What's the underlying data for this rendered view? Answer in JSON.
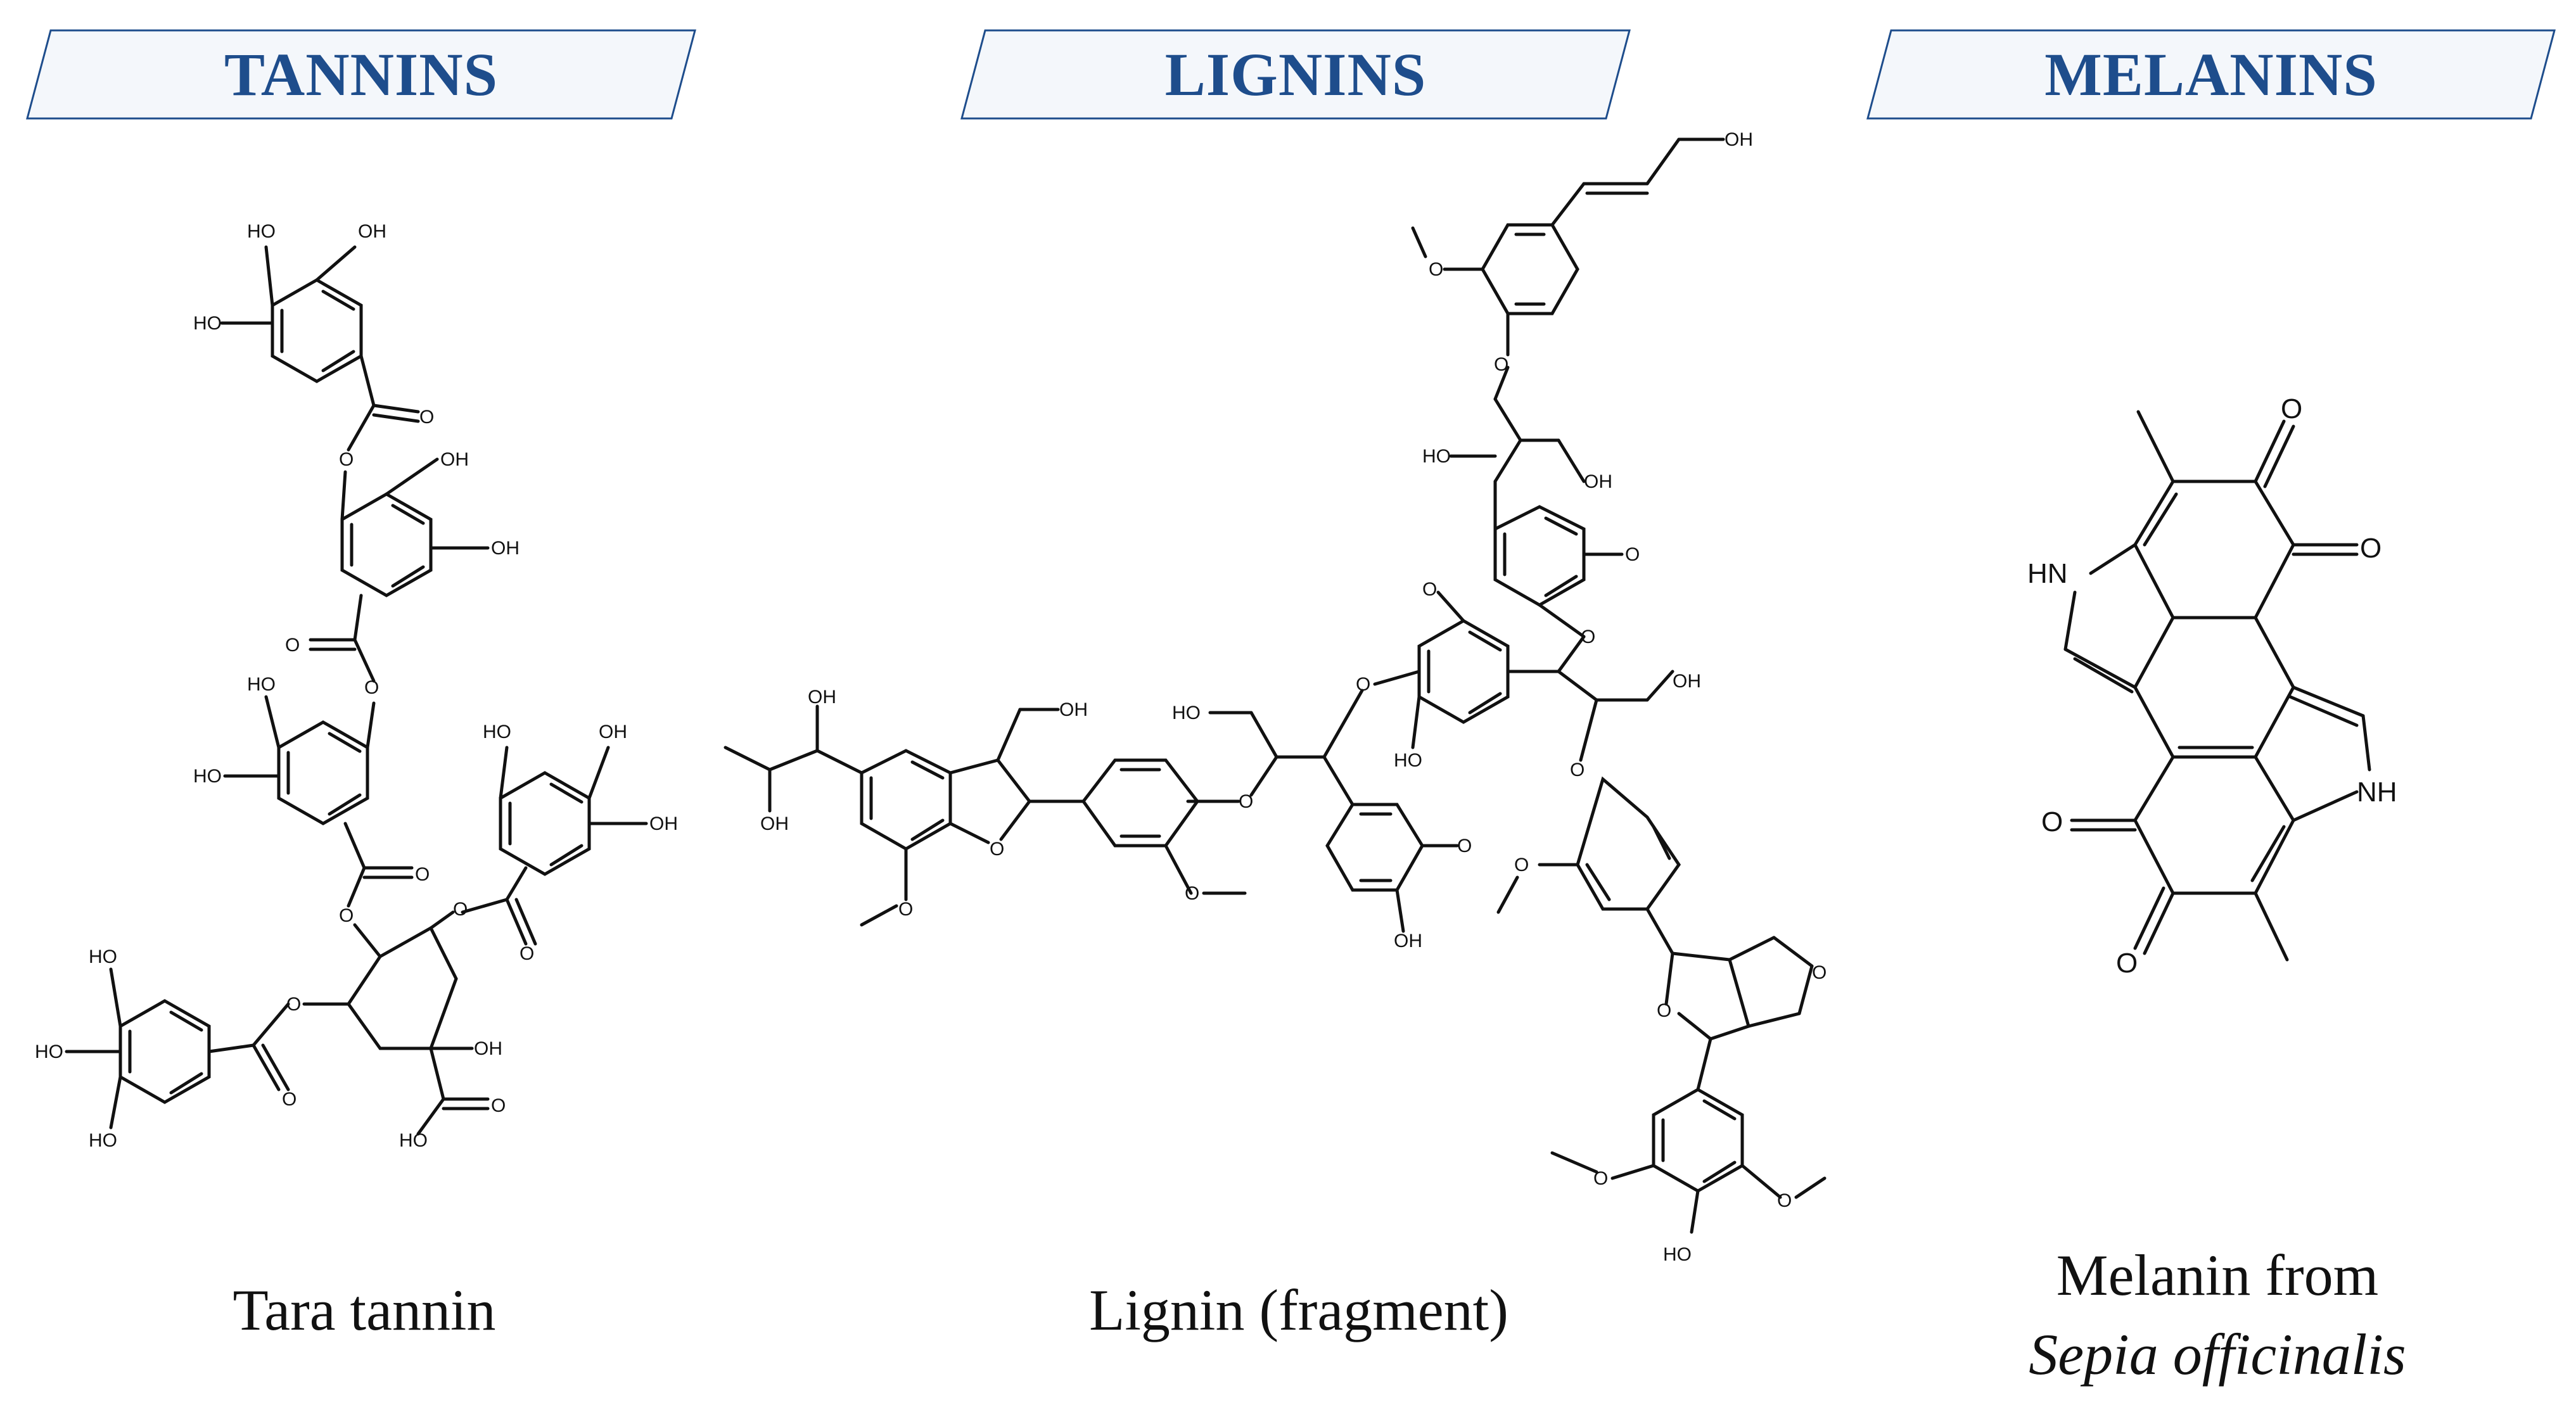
{
  "banners": [
    {
      "label": "TANNINS"
    },
    {
      "label": "LIGNINS"
    },
    {
      "label": "MELANINS"
    }
  ],
  "captions": {
    "tannin": "Tara tannin",
    "lignin": "Lignin (fragment)",
    "melanin_line1": "Melanin from",
    "melanin_line2": "Sepia officinalis"
  },
  "atom_labels": {
    "OH": "OH",
    "HO": "HO",
    "O": "O",
    "HN": "HN",
    "NH": "NH"
  },
  "colors": {
    "banner_fill": "#f4f7fb",
    "banner_border": "#1e4d8c",
    "banner_text": "#1e4d8c",
    "bond": "#111111"
  }
}
